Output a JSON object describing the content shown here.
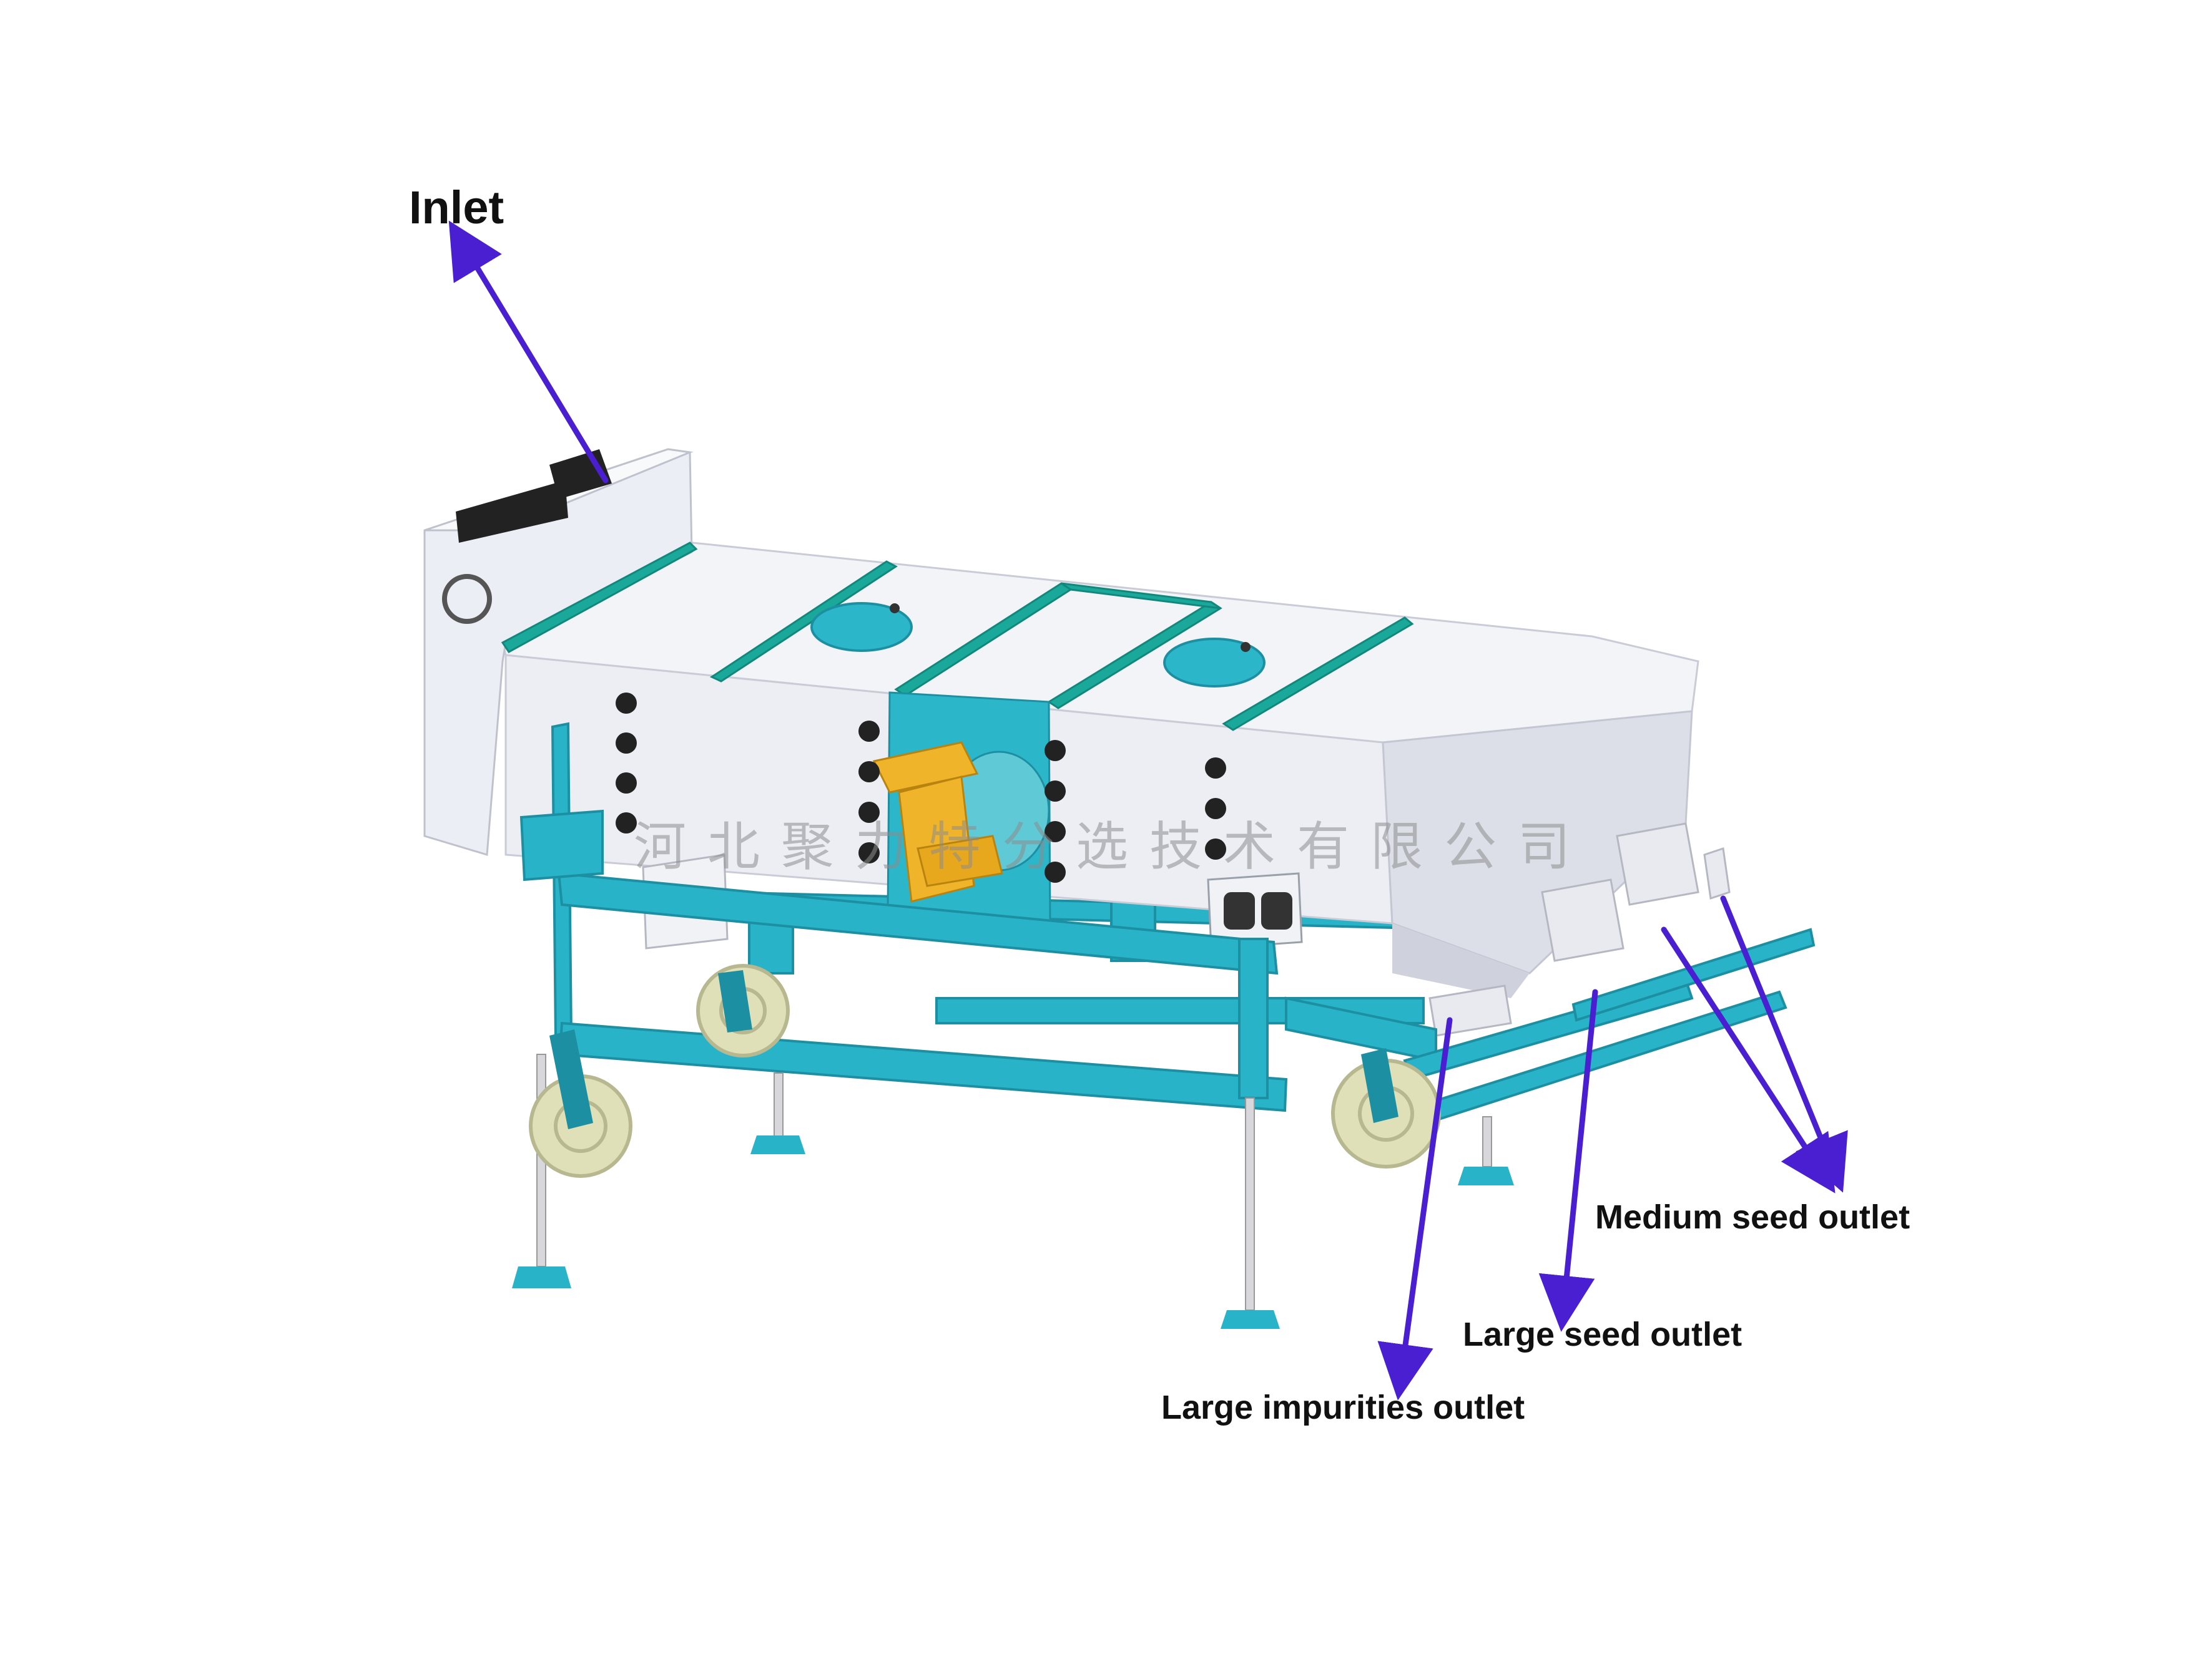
{
  "labels": {
    "inlet": "Inlet",
    "medium_seed_outlet": "Medium seed outlet",
    "large_seed_outlet": "Large seed outlet",
    "large_impurities_outlet": "Large impurities outlet"
  },
  "watermark": "河北聚力特分选技术有限公司",
  "colors": {
    "frame": "#29b3c8",
    "frame_dark": "#1d8fa2",
    "body": "#eef0f6",
    "body_shade": "#d9dce6",
    "rail": "#1aa89a",
    "vibrator": "#f0b42a",
    "arrow": "#4a1fd1",
    "wheel": "#dfe0b8"
  },
  "icons": [
    "gear-knob-icon",
    "inspection-window-icon",
    "vibration-motor-icon",
    "wheel-icon"
  ]
}
